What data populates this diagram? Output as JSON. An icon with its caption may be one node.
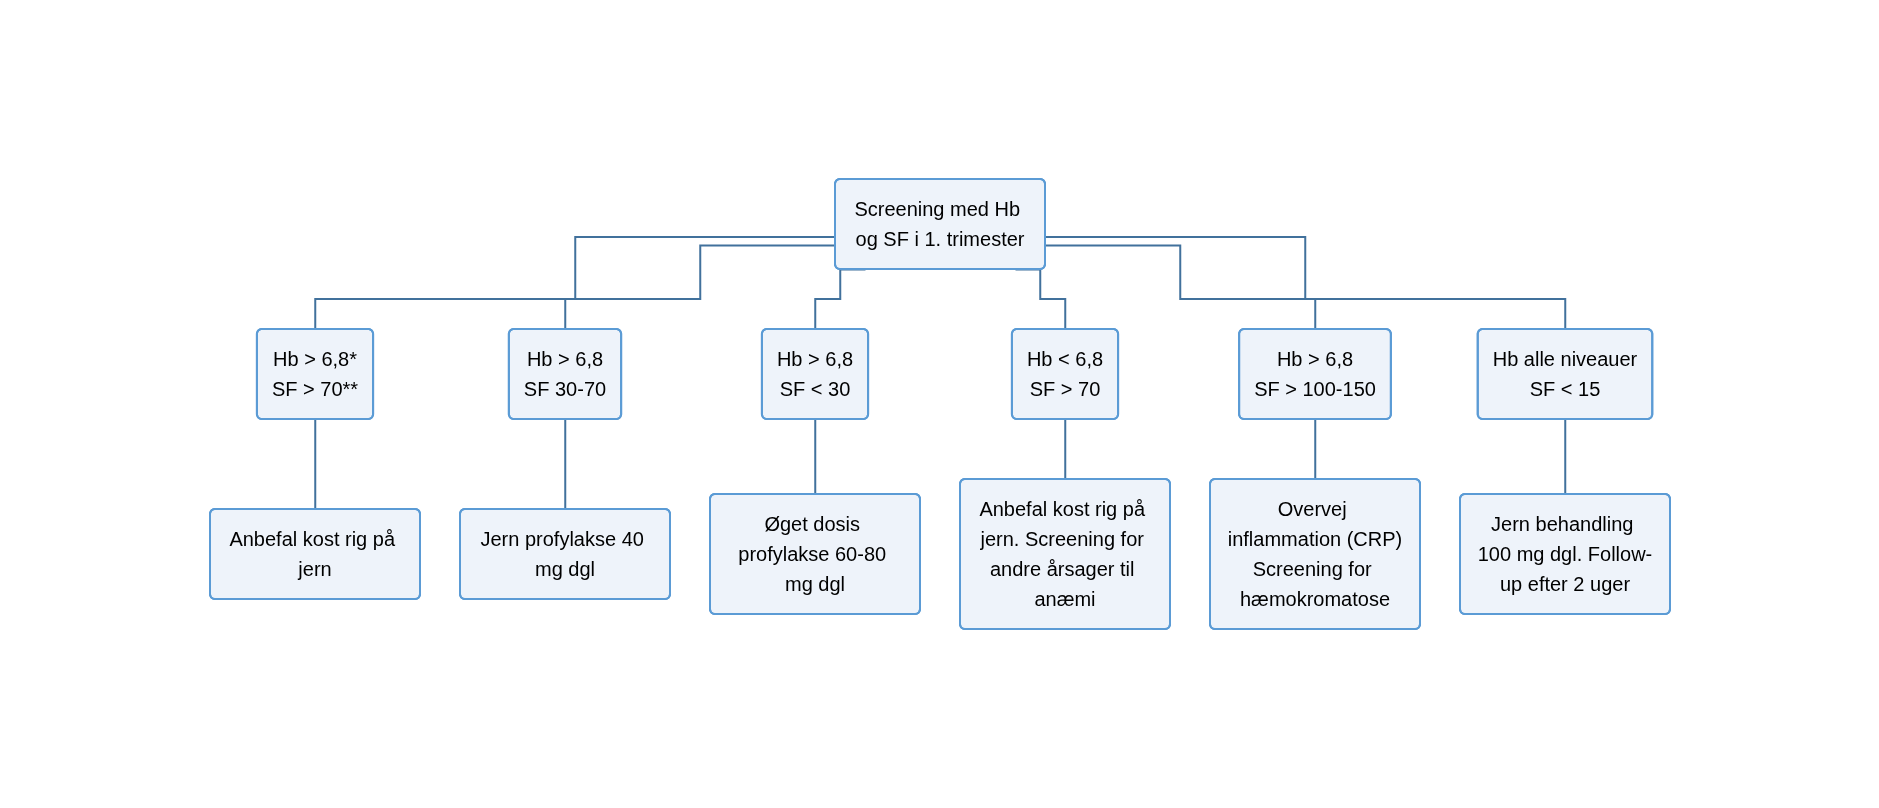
{
  "diagram": {
    "nodes": [
      {
        "text": [
          "Screening med Hb og SF i 1. trimester"
        ]
      },
      {
        "text": [
          "Hb > 6,8*",
          "SF > 70**"
        ]
      },
      {
        "text": [
          "Hb > 6,8",
          "SF 30-70"
        ]
      },
      {
        "text": [
          "Hb > 6,8",
          "SF < 30"
        ]
      },
      {
        "text": [
          "Hb < 6,8",
          "SF > 70"
        ]
      },
      {
        "text": [
          "Hb > 6,8",
          "SF > 100-150"
        ]
      },
      {
        "text": [
          "Hb alle niveauer",
          "SF < 15"
        ]
      },
      {
        "text": [
          "Anbefal kost rig på jern"
        ]
      },
      {
        "text": [
          "Jern profylakse 40 mg dgl"
        ]
      },
      {
        "text": [
          "Øget dosis profylakse 60-80 mg dgl"
        ]
      },
      {
        "text": [
          "Anbefal kost rig på jern. Screening for andre årsager til anæmi"
        ]
      },
      {
        "text": [
          "Overvej inflammation (CRP)",
          "Screening for hæmokromatose"
        ]
      },
      {
        "text": [
          "Jern behandling 100 mg dgl. Follow-up efter 2 uger"
        ]
      }
    ],
    "edges": [
      {
        "from": 0,
        "to": 1,
        "arrow": "none"
      },
      {
        "from": 0,
        "to": 2,
        "arrow": "none"
      },
      {
        "from": 0,
        "to": 3,
        "arrow": "none"
      },
      {
        "from": 0,
        "to": 4,
        "arrow": "none"
      },
      {
        "from": 0,
        "to": 5,
        "arrow": "none"
      },
      {
        "from": 0,
        "to": 6,
        "arrow": "none"
      },
      {
        "from": 1,
        "to": 7,
        "arrow": "none"
      },
      {
        "from": 2,
        "to": 8,
        "arrow": "none"
      },
      {
        "from": 3,
        "to": 9,
        "arrow": "none"
      },
      {
        "from": 4,
        "to": 10,
        "arrow": "none"
      },
      {
        "from": 5,
        "to": 11,
        "arrow": "none"
      },
      {
        "from": 6,
        "to": 12,
        "arrow": "none"
      }
    ]
  }
}
